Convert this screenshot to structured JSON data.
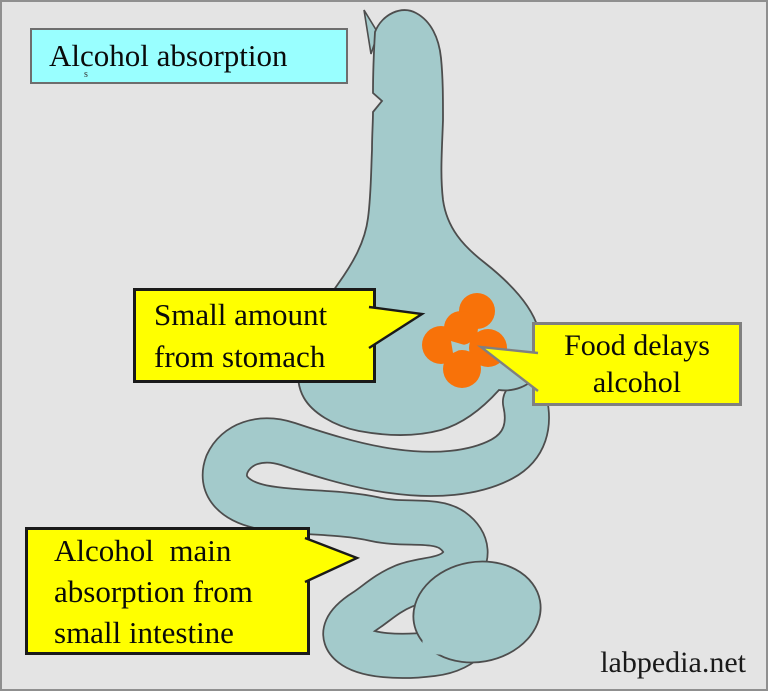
{
  "title_box": {
    "label": "Alcohol absorption",
    "stray_mark": "s"
  },
  "callouts": {
    "stomach_absorption": {
      "lines": [
        "Small amount",
        "from stomach"
      ]
    },
    "food_delay": {
      "lines": [
        "Food delays",
        "alcohol"
      ]
    },
    "intestine_absorption": {
      "lines": [
        "Alcohol  main",
        "absorption from",
        "small intestine"
      ]
    }
  },
  "watermark": "labpedia.net",
  "diagram": {
    "subject": "alcohol absorption in the stomach and small intestine",
    "elements": [
      "esophagus",
      "stomach",
      "small-intestine",
      "food-bolus"
    ]
  },
  "colors": {
    "page-bg": "#e4e4e4",
    "page-border": "#8f8f8f",
    "organ-fill": "#a3cacb",
    "organ-outline": "#4d4d4d",
    "food-orange": "#f87209",
    "callout-yellow": "#ffff00",
    "callout-border-dark": "#1a1a1a",
    "callout-border-gray": "#808080",
    "title-cyan": "#99ffff",
    "title-border": "#6e6e6e",
    "text-black": "#0a0a0a"
  }
}
